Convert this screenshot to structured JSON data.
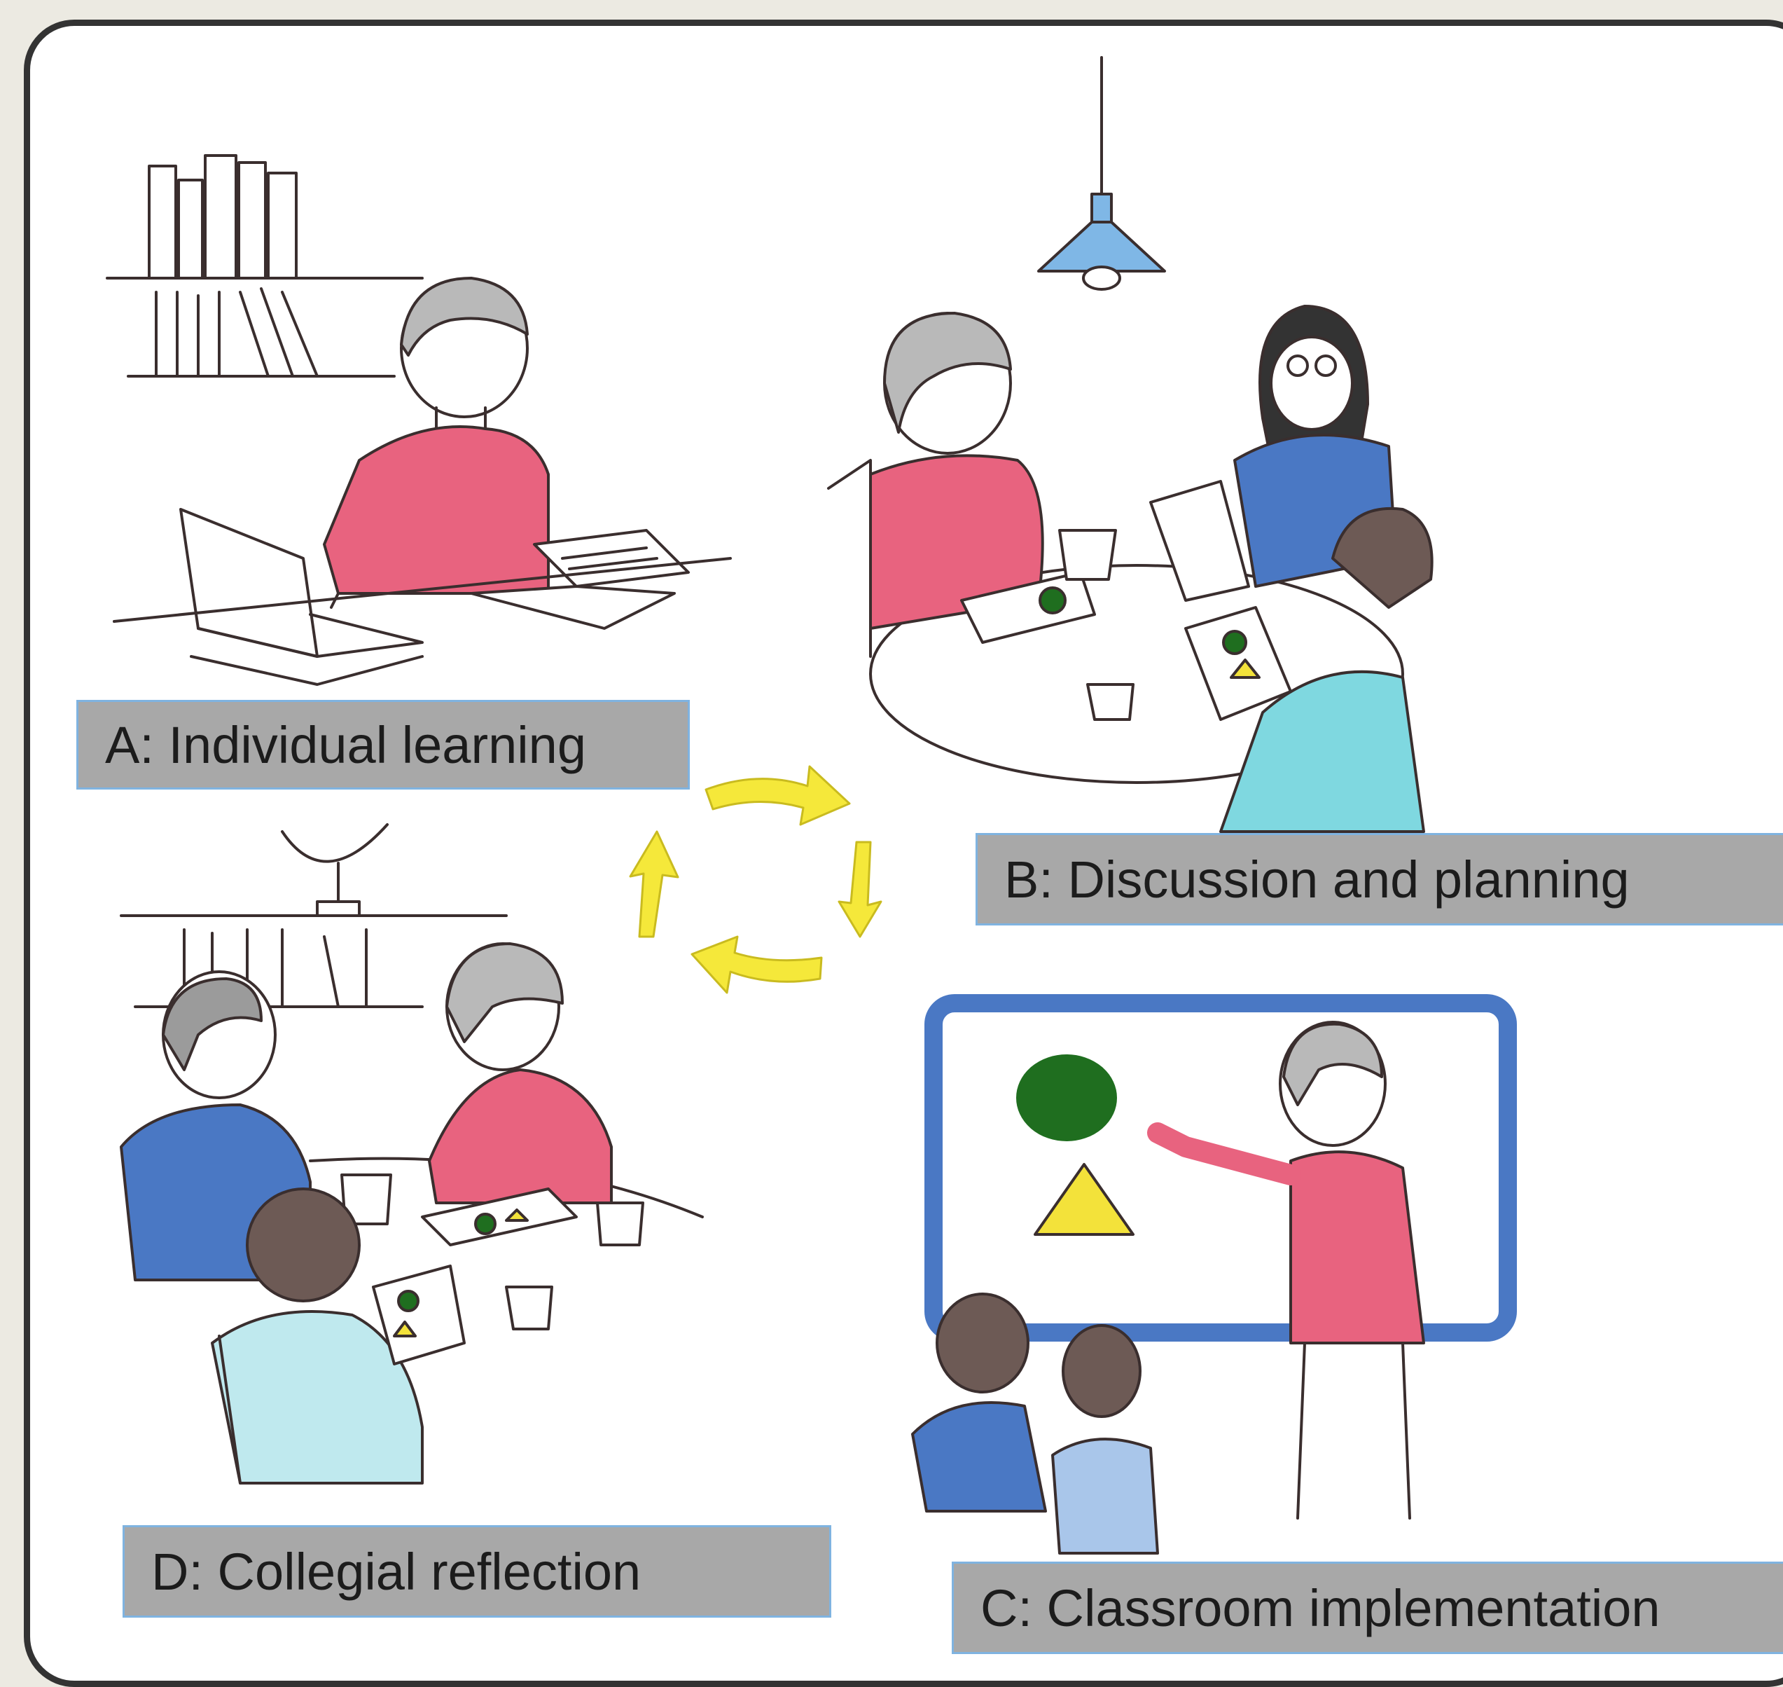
{
  "labels": {
    "a": "A: Individual learning",
    "b": "B: Discussion and planning",
    "c": "C: Classroom implementation",
    "d": "D: Collegial reflection"
  },
  "colors": {
    "background": "#eceae2",
    "frame": "#333333",
    "label_fill": "#a8a8a8",
    "label_border": "#7fb3e0",
    "cycle_arrows": "#f5e83a",
    "sweater_pink": "#e8637f",
    "shirt_blue": "#4a78c4",
    "shirt_cyan": "#7fd8e0",
    "shape_green": "#1f6e1f",
    "shape_yellow": "#f3e23a",
    "lamp_blue": "#7fb7e6"
  },
  "icons": [
    "cycle-arrows-icon",
    "lamp-icon",
    "laptop-icon",
    "book-icon",
    "tablet-icon",
    "whiteboard-icon",
    "globe-icon",
    "bookshelf-icon",
    "coffee-cup-icon"
  ]
}
